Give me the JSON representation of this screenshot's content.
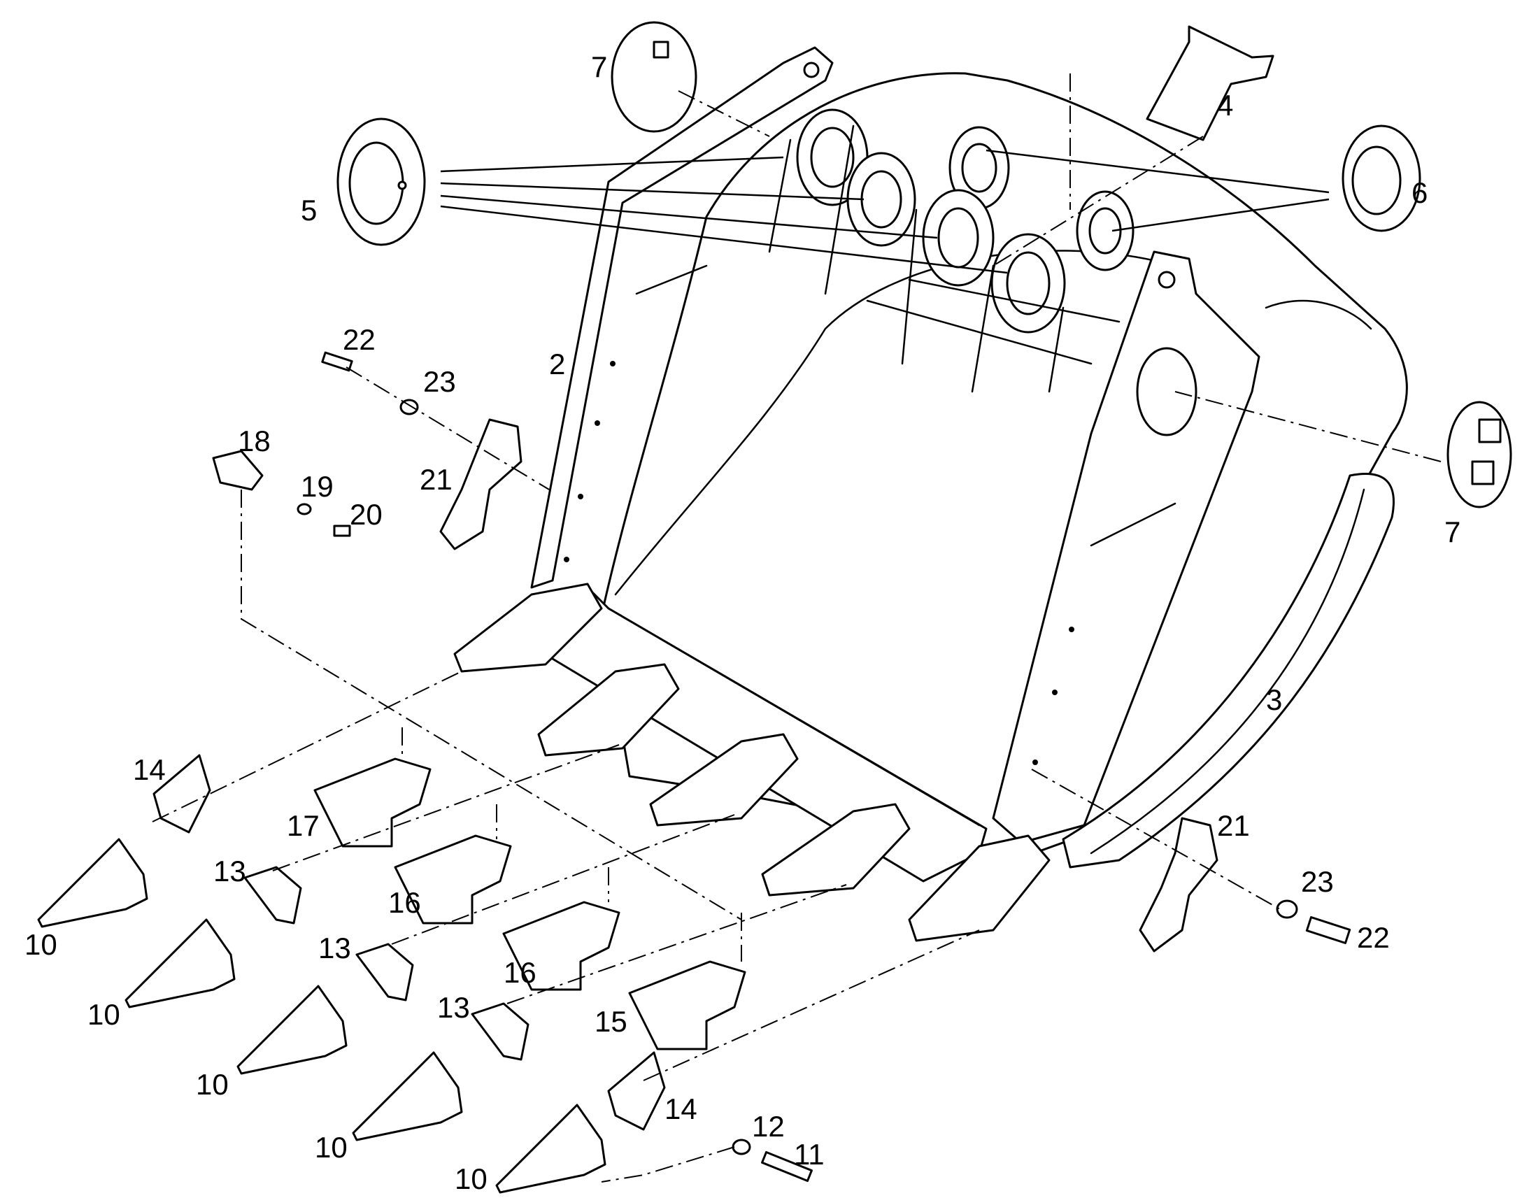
{
  "labels": {
    "l2": "2",
    "l3": "3",
    "l4": "4",
    "l5": "5",
    "l6": "6",
    "l7a": "7",
    "l7b": "7",
    "l10a": "10",
    "l10b": "10",
    "l10c": "10",
    "l10d": "10",
    "l10e": "10",
    "l11": "11",
    "l12": "12",
    "l13a": "13",
    "l13b": "13",
    "l13c": "13",
    "l14a": "14",
    "l14b": "14",
    "l15": "15",
    "l16a": "16",
    "l16b": "16",
    "l17": "17",
    "l18": "18",
    "l19": "19",
    "l20": "20",
    "l21a": "21",
    "l21b": "21",
    "l22a": "22",
    "l22b": "22",
    "l23a": "23",
    "l23b": "23"
  }
}
